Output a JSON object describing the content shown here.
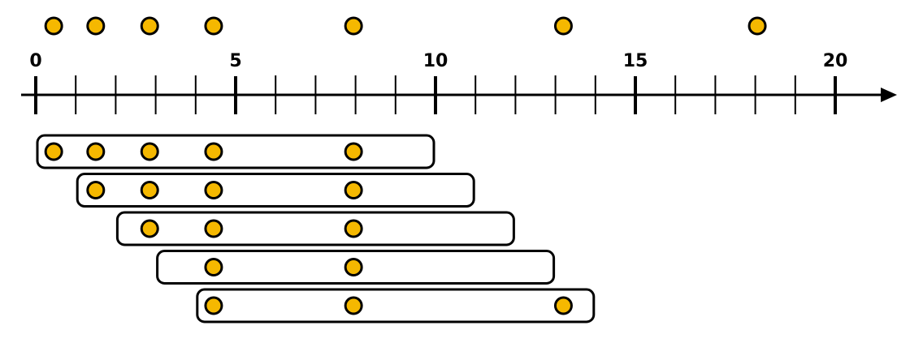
{
  "colors": {
    "point_fill": "#F5B800",
    "stroke": "#000000",
    "background": "#FFFFFF"
  },
  "axis": {
    "min": 0,
    "max": 21.5,
    "minor_step": 1,
    "major_step": 5,
    "labels": [
      "0",
      "5",
      "10",
      "15",
      "20"
    ]
  },
  "chart_data": {
    "type": "scatter",
    "points": [
      0.45,
      1.5,
      2.85,
      4.45,
      7.95,
      13.2,
      18.05
    ],
    "windows": [
      {
        "start": 0,
        "end": 10,
        "points": [
          0.45,
          1.5,
          2.85,
          4.45,
          7.95
        ]
      },
      {
        "start": 1,
        "end": 11,
        "points": [
          1.5,
          2.85,
          4.45,
          7.95
        ]
      },
      {
        "start": 2,
        "end": 12,
        "points": [
          2.85,
          4.45,
          7.95
        ]
      },
      {
        "start": 3,
        "end": 13,
        "points": [
          4.45,
          7.95
        ]
      },
      {
        "start": 4,
        "end": 14,
        "points": [
          4.45,
          7.95,
          13.2
        ]
      }
    ]
  }
}
